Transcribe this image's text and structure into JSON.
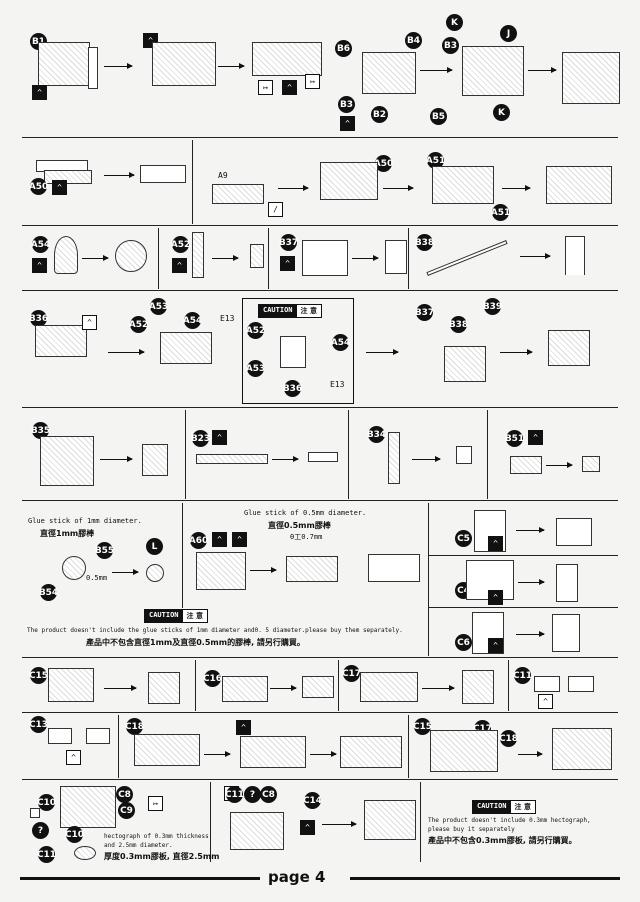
{
  "page_label": "page 4",
  "caution": {
    "en": "CAUTION",
    "cn": "注 意"
  },
  "step1": {
    "labels": [
      "B1",
      "B6",
      "B4",
      "B3",
      "B2",
      "B5",
      "K",
      "J",
      "B3"
    ]
  },
  "step2": {
    "labels": [
      "A50",
      "A9",
      "A50",
      "A51",
      "A51"
    ]
  },
  "step3": {
    "labels": [
      "A54",
      "A52",
      "B37",
      "B38"
    ]
  },
  "step4": {
    "labels": [
      "B36",
      "A53",
      "A52",
      "A54",
      "A52",
      "A53",
      "A54",
      "B36",
      "B37",
      "B38",
      "B39"
    ],
    "e13": "E13",
    "e13_b": "E13"
  },
  "step5": {
    "labels": [
      "B35",
      "B23",
      "B34",
      "B51"
    ]
  },
  "step6": {
    "glue1_en": "Glue stick of 1mm diameter.",
    "glue1_cn": "直徑1mm膠棒",
    "glue2_en": "Glue stick of 0.5mm diameter.",
    "glue2_cn": "直徑0.5mm膠棒",
    "dim_07": "Θ工0.7mm",
    "dim_05": "0.5mm",
    "labels": [
      "B55",
      "B54",
      "L",
      "A60",
      "C5",
      "C4",
      "C6"
    ],
    "note_en": "The product doesn't include the glue sticks of 1mm diameter and0. 5 diameter.please buy them separately.",
    "note_cn": "產品中不包含直徑1mm及直徑0.5mm的膠棒, 請另行購買。"
  },
  "step7": {
    "labels": [
      "C15",
      "C16",
      "C17",
      "C11"
    ]
  },
  "step8": {
    "labels": [
      "C13",
      "C18",
      "C15",
      "C17",
      "C18"
    ]
  },
  "step9": {
    "labels": [
      "C10",
      "C8",
      "C9",
      "C10",
      "C11",
      "C11",
      "C8",
      "C14"
    ],
    "hecto_en1": "hectograph of 0.3mm thickness",
    "hecto_en2": "and 2.5mm diameter.",
    "hecto_cn": "厚度0.3mm膠板, 直徑2.5mm",
    "note_en1": "The product doesn't include 0.3mm hectograph,",
    "note_en2": "please buy it separately",
    "note_cn": "產品中不包含0.3mm膠板, 請另行購買。"
  }
}
